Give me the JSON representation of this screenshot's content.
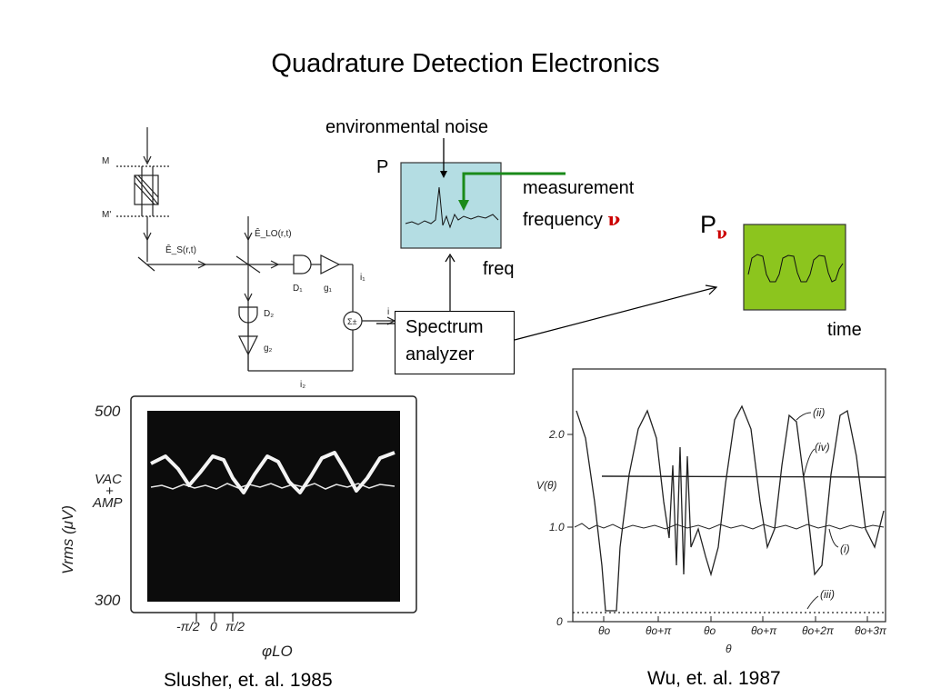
{
  "slide": {
    "title": "Quadrature Detection Electronics"
  },
  "spectrum_panel": {
    "noise_label": "environmental noise",
    "axis_y": "P",
    "axis_x": "freq",
    "measurement_label_line1": "measurement",
    "measurement_label_line2": "frequency",
    "nu_symbol": "ν",
    "box_color": "#b4dde3",
    "arrow_color": "#1a8a1a"
  },
  "analyzer": {
    "line1": "Spectrum",
    "line2": "analyzer"
  },
  "time_panel": {
    "axis_y": "P",
    "nu_subscript": "ν",
    "axis_x": "time",
    "box_color": "#8cc51e",
    "nu_color": "#cc0000"
  },
  "circuit": {
    "m_top": "M",
    "m_bottom": "M'",
    "es": "Ê_S(r,t)",
    "elo": "Ê_LO(r,t)",
    "d1": "D₁",
    "g1": "g₁",
    "i1": "i₁",
    "d2": "D₂",
    "g2": "g₂",
    "i2": "i₂",
    "sum": "Σ±",
    "i_out": "i"
  },
  "slusher_plot": {
    "y_top": "500",
    "y_bottom": "300",
    "vac_line1": "VAC",
    "vac_line2": "+",
    "vac_line3": "AMP",
    "ylabel": "Vrms (μV)",
    "x_ticks": [
      "-π/2",
      "0",
      "π/2"
    ],
    "xlabel": "φLO",
    "caption": "Slusher, et. al. 1985"
  },
  "wu_plot": {
    "y_ticks": [
      "2.0",
      "1.0",
      "0"
    ],
    "ylabel": "V(θ)",
    "curve_labels": [
      "(ii)",
      "(iv)",
      "(i)",
      "(iii)"
    ],
    "x_ticks": [
      "θo",
      "θo+π",
      "θo",
      "θo+π",
      "θo+2π",
      "θo+3π"
    ],
    "xlabel": "θ",
    "caption": "Wu, et. al. 1987"
  }
}
